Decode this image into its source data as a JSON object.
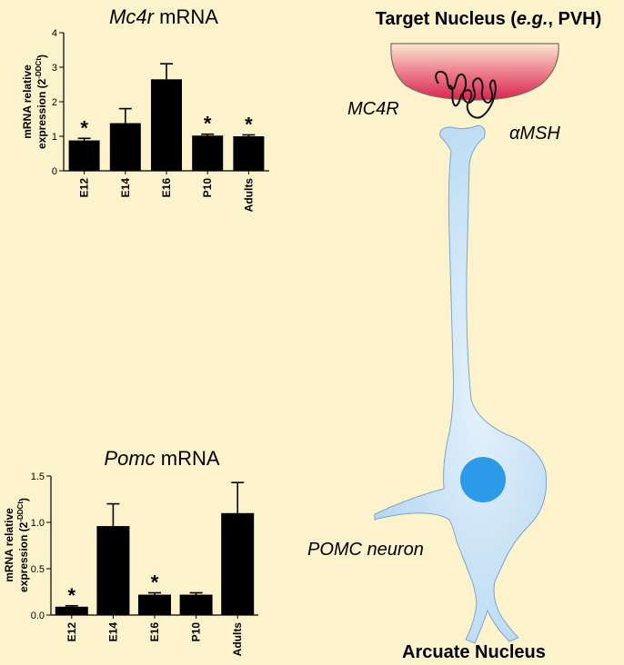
{
  "chart_data": [
    {
      "type": "bar",
      "title_gene": "Mc4r",
      "title_rest": " mRNA",
      "ylabel_line1": "mRNA relative",
      "ylabel_line2": "expression (2",
      "ylabel_sup": "-DDCt",
      "ylabel_end": ")",
      "categories": [
        "E12",
        "E14",
        "E16",
        "P10",
        "Adults"
      ],
      "values": [
        0.88,
        1.38,
        2.65,
        1.02,
        1.0
      ],
      "errors": [
        0.06,
        0.42,
        0.45,
        0.04,
        0.04
      ],
      "significant": [
        "*",
        "",
        "",
        "*",
        "*"
      ],
      "ylim": [
        0,
        4
      ],
      "yticks": [
        0,
        1,
        2,
        3,
        4
      ],
      "ytick_labels": [
        "0",
        "1",
        "2",
        "3",
        "4"
      ],
      "bar_color": "#000000"
    },
    {
      "type": "bar",
      "title_gene": "Pomc",
      "title_rest": " mRNA",
      "ylabel_line1": "mRNA relative",
      "ylabel_line2": "expression (2",
      "ylabel_sup": "-DDCt",
      "ylabel_end": ")",
      "categories": [
        "E12",
        "E14",
        "E16",
        "P10",
        "Adults"
      ],
      "values": [
        0.09,
        0.96,
        0.22,
        0.22,
        1.1
      ],
      "errors": [
        0.01,
        0.24,
        0.02,
        0.02,
        0.33
      ],
      "significant": [
        "*",
        "",
        "*",
        "",
        ""
      ],
      "ylim": [
        0,
        1.5
      ],
      "yticks": [
        0,
        0.5,
        1.0,
        1.5
      ],
      "ytick_labels": [
        "0.0",
        "0.5",
        "1.0",
        "1.5"
      ],
      "bar_color": "#000000"
    }
  ],
  "diagram": {
    "target_title_a": "Target Nucleus (",
    "target_title_b": "e.g.",
    "target_title_c": ", PVH)",
    "receptor_label": "MC4R",
    "ligand_label": "αMSH",
    "neuron_label": "POMC neuron",
    "arcuate_label": "Arcuate Nucleus",
    "colors": {
      "background": "#fcf3cd",
      "target_red": "#d9234f",
      "neuron_blue": "#bcdcf5",
      "nucleus_blue": "#2b9be8"
    }
  }
}
